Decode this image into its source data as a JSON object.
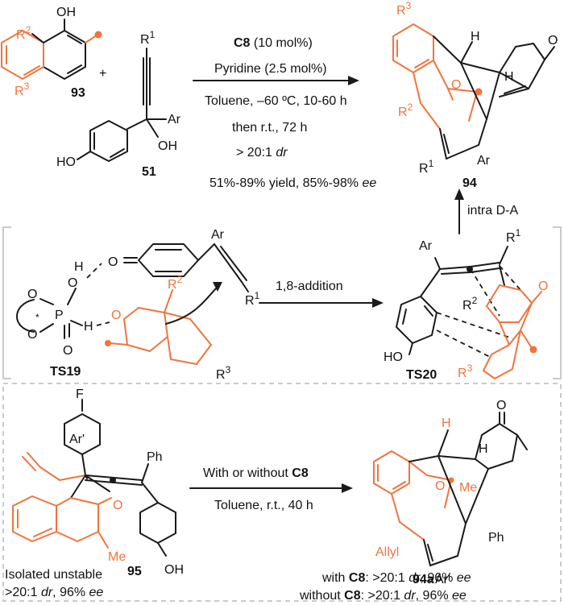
{
  "colors": {
    "accent": "#f0743e",
    "line": "#1a1a1a",
    "frame": "#b8b8b8"
  },
  "top_reaction": {
    "reagent_1": {
      "label": "93",
      "oh": "OH",
      "r2": "R",
      "r2_sup": "2",
      "r3": "R",
      "r3_sup": "3"
    },
    "plus": "+",
    "reagent_2": {
      "label": "51",
      "r1": "R",
      "r1_sup": "1",
      "ar": "Ar",
      "oh": "OH",
      "ho": "HO"
    },
    "conditions": {
      "catalyst": "C8",
      "catalyst_load": " (10 mol%)",
      "additive": "Pyridine (2.5 mol%)",
      "solvent_temp": "Toluene, –60 ºC, 10-60 h",
      "then": "then r.t., 72 h",
      "dr_value": "> 20:1 ",
      "dr_unit": "dr",
      "yield": "51%-89% yield, 85%-98% ",
      "ee_unit": "ee"
    },
    "product": {
      "label": "94",
      "r3": "R",
      "r3_sup": "3",
      "r2": "R",
      "r2_sup": "2",
      "r1": "R",
      "r1_sup": "1",
      "ar": "Ar",
      "h1": "H",
      "h2": "H",
      "o_ketone": "O",
      "o_bridge": "O"
    }
  },
  "mechanism": {
    "ts19_label": "TS19",
    "ts19": {
      "o1": "O",
      "o2": "O",
      "p": "P",
      "star": "*",
      "o3": "O",
      "o4": "O",
      "h1": "H",
      "o5": "O",
      "ar": "Ar",
      "r1": "R",
      "r1_sup": "1",
      "h2": "H",
      "o6": "O",
      "r2": "R",
      "r2_sup": "2",
      "r3": "R",
      "r3_sup": "3"
    },
    "arrow_label": "1,8-addition",
    "up_arrow_label": "intra D-A",
    "ts20_label": "TS20",
    "ts20": {
      "ar": "Ar",
      "r1": "R",
      "r1_sup": "1",
      "o": "O",
      "r2": "R",
      "r2_sup": "2",
      "ho": "HO",
      "r3": "R",
      "r3_sup": "3"
    }
  },
  "bottom_reaction": {
    "reagent": {
      "label": "95",
      "f": "F",
      "ar_prime": "Ar'",
      "ph": "Ph",
      "o": "O",
      "me": "Me",
      "oh": "OH",
      "note_line1": "Isolated unstable",
      "note_line2_prefix": ">20:1 ",
      "note_line2_dr": "dr",
      "note_line2_mid": ", 96% ",
      "note_line2_ee": "ee"
    },
    "conditions": {
      "line1_prefix": "With or without ",
      "line1_cat": "C8",
      "line2": "Toluene, r.t., 40 h"
    },
    "product": {
      "label": "94a",
      "ar_prime": "Ar'",
      "o_top": "O",
      "h1": "H",
      "h2": "H",
      "o_bridge": "O",
      "me": "Me",
      "allyl": "Allyl",
      "ph": "Ph"
    },
    "results": [
      {
        "prefix": "with ",
        "cat": "C8",
        "mid": ":  >20:1 ",
        "dr": "dr",
        "sep": ", 96% ",
        "ee": "ee"
      },
      {
        "prefix": "without ",
        "cat": "C8",
        "mid": ":  >20:1 ",
        "dr": "dr",
        "sep": ", 96% ",
        "ee": "ee"
      }
    ]
  }
}
